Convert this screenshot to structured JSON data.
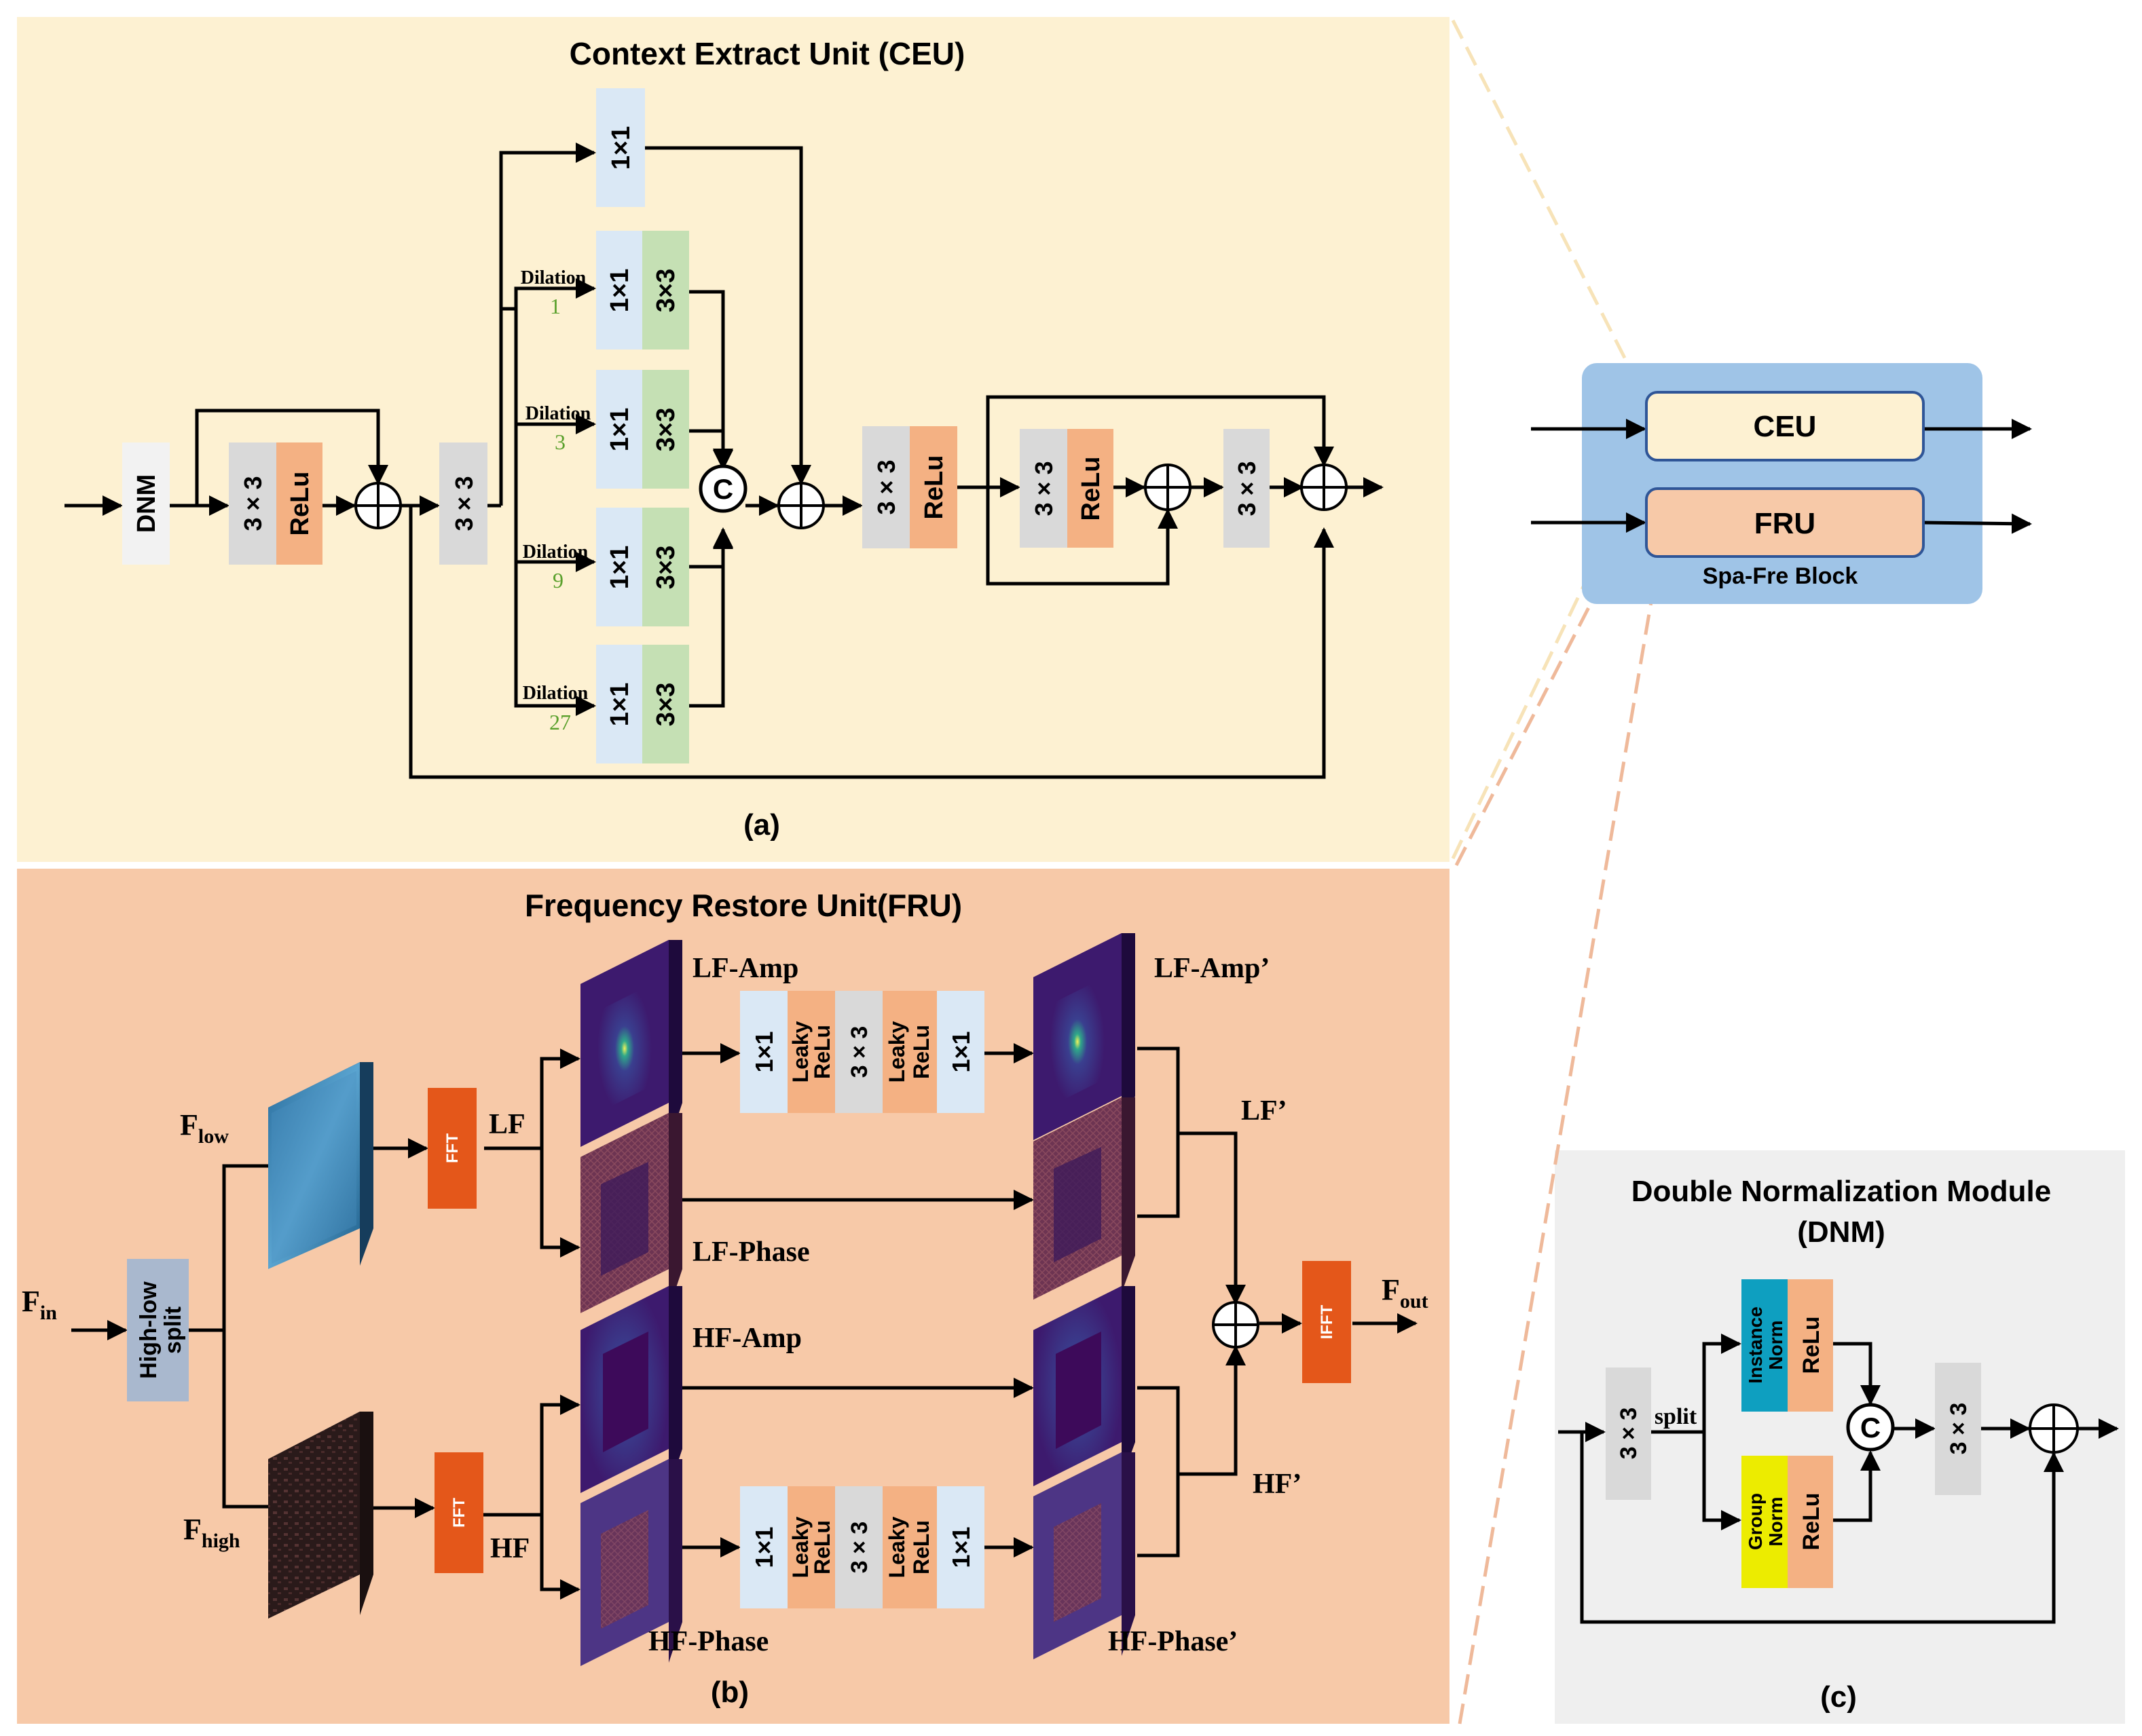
{
  "panel_a": {
    "title": "Context Extract Unit (CEU)",
    "caption": "(a)",
    "dnm_label": "DNM",
    "conv3x3": "3 × 3",
    "relu": "ReLu",
    "conv1x1": "1×1",
    "conv3x3_compact": "3×3",
    "concat_symbol": "C",
    "dilation_label": "Dilation",
    "dilation_rates": [
      "1",
      "3",
      "9",
      "27"
    ]
  },
  "block": {
    "ceu_label": "CEU",
    "fru_label": "FRU",
    "name": "Spa-Fre Block"
  },
  "panel_b": {
    "title": "Frequency Restore Unit(FRU)",
    "caption": "(b)",
    "f_in_main": "F",
    "f_in_sub": "in",
    "split_line1": "High-low",
    "split_line2": "split",
    "f_low_main": "F",
    "f_low_sub": "low",
    "f_high_main": "F",
    "f_high_sub": "high",
    "fft": "FFT",
    "ifft": "IFFT",
    "lf": "LF",
    "hf": "HF",
    "lf_amp": "LF-Amp",
    "lf_phase": "LF-Phase",
    "hf_amp": "HF-Amp",
    "hf_phase": "HF-Phase",
    "lf_amp_prime": "LF-Amp’",
    "hf_phase_prime": "HF-Phase’",
    "lf_prime": "LF’",
    "hf_prime": "HF’",
    "f_out_main": "F",
    "f_out_sub": "out",
    "conv1x1": "1×1",
    "conv3x3": "3 × 3",
    "leaky": "Leaky",
    "relu": "ReLu"
  },
  "panel_c": {
    "title_line1": "Double Normalization Module",
    "title_line2": "(DNM)",
    "caption": "(c)",
    "conv3x3": "3 × 3",
    "split": "split",
    "instance": "Instance",
    "group": "Group",
    "norm": "Norm",
    "relu": "ReLu",
    "concat_symbol": "C"
  },
  "colors": {
    "panel_a_bg": "#fdf1d2",
    "panel_b_bg": "#f7c9a8",
    "panel_c_bg": "#efefef",
    "block_bg": "#9fc4e7",
    "conv_gray": "#d9d9d9",
    "relu_orange": "#f4b183",
    "conv1x1_blue": "#dae8f5",
    "conv3x3_green": "#c5e0b4",
    "fft_orange": "#e4571a",
    "split_blue": "#a9b8ce",
    "instance_norm_teal": "#0e9fc0",
    "group_norm_yellow": "#ecec00",
    "spectrum_purple": "#3d1a6e",
    "phase_red": "#6b3552"
  }
}
